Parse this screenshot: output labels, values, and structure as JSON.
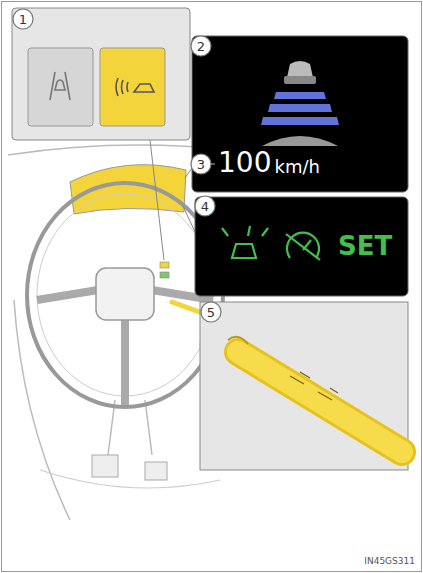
{
  "diagram": {
    "labels": [
      "1",
      "2",
      "3",
      "4",
      "5",
      "100",
      "km/h",
      "SET",
      "IN45GS311"
    ]
  }
}
